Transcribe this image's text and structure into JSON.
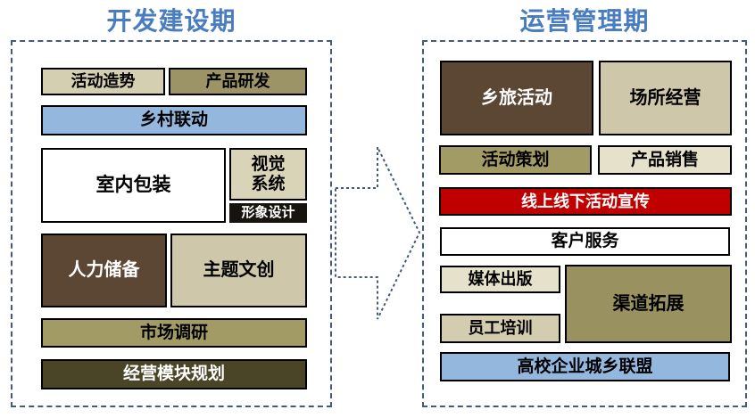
{
  "left_panel": {
    "title": "开发建设期",
    "boxes": [
      {
        "label": "活动造势",
        "bg": "#d5cfb2",
        "fg": "#000000"
      },
      {
        "label": "产品研发",
        "bg": "#9c9466",
        "fg": "#000000"
      },
      {
        "label": "乡村联动",
        "bg": "#94b7de",
        "fg": "#000000"
      },
      {
        "label": "室内包装",
        "bg": "#ffffff",
        "fg": "#000000"
      },
      {
        "label": "视觉系统",
        "bg": "#d9d3b8",
        "fg": "#000000"
      },
      {
        "label": "形象设计",
        "bg": "#17130e",
        "fg": "#ffffff"
      },
      {
        "label": "人力储备",
        "bg": "#5b4733",
        "fg": "#ffffff"
      },
      {
        "label": "主题文创",
        "bg": "#cec7a9",
        "fg": "#000000"
      },
      {
        "label": "市场调研",
        "bg": "#a39b66",
        "fg": "#000000"
      },
      {
        "label": "经营模块规划",
        "bg": "#4a4527",
        "fg": "#ffffff"
      }
    ]
  },
  "right_panel": {
    "title": "运营管理期",
    "boxes": [
      {
        "label": "乡旅活动",
        "bg": "#5b4733",
        "fg": "#ffffff"
      },
      {
        "label": "场所经营",
        "bg": "#cec7a9",
        "fg": "#000000"
      },
      {
        "label": "活动策划",
        "bg": "#a39b66",
        "fg": "#000000"
      },
      {
        "label": "产品销售",
        "bg": "#e6e1ca",
        "fg": "#000000"
      },
      {
        "label": "线上线下活动宣传",
        "bg": "#c00000",
        "fg": "#ffffff"
      },
      {
        "label": "客户服务",
        "bg": "#ffffff",
        "fg": "#000000"
      },
      {
        "label": "媒体出版",
        "bg": "#e6e1ca",
        "fg": "#000000"
      },
      {
        "label": "渠道拓展",
        "bg": "#99915f",
        "fg": "#000000"
      },
      {
        "label": "员工培训",
        "bg": "#d3ccae",
        "fg": "#000000"
      },
      {
        "label": "高校企业城乡联盟",
        "bg": "#94b7de",
        "fg": "#000000"
      }
    ]
  },
  "arrow": {
    "direction": "right",
    "style": "dashed-outline"
  },
  "colors": {
    "title_blue": "#4a7cc0",
    "panel_border": "#44597c",
    "box_border": "#000000",
    "arrow_stroke": "#44597c",
    "background": "#ffffff"
  }
}
